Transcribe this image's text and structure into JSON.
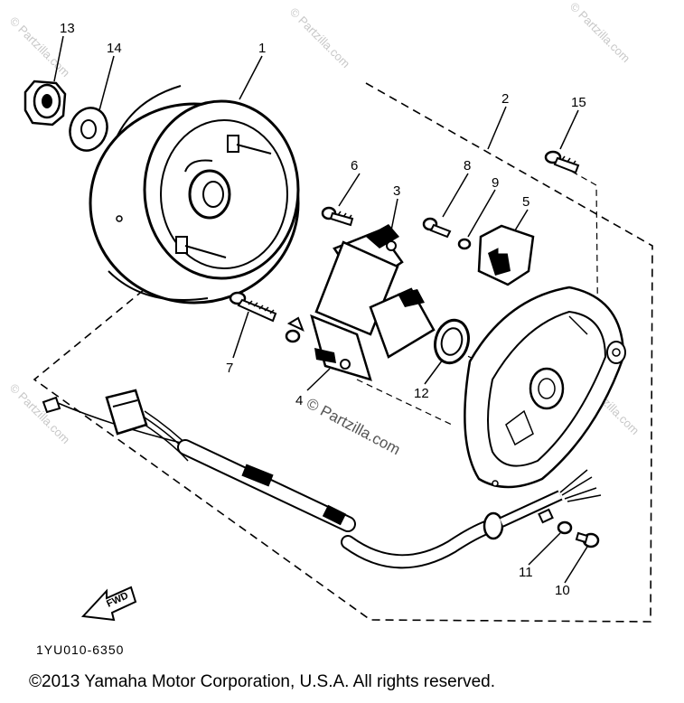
{
  "callouts": {
    "p1": "1",
    "p2": "2",
    "p3": "3",
    "p4": "4",
    "p5": "5",
    "p6": "6",
    "p7": "7",
    "p8": "8",
    "p9": "9",
    "p10": "10",
    "p11": "11",
    "p12": "12",
    "p13": "13",
    "p14": "14",
    "p15": "15"
  },
  "fwd_label": "FWD",
  "diagram_code": "1YU010-6350",
  "watermarks": {
    "center": "© Partzilla.com",
    "faint": "© Partzilla.com"
  },
  "copyright": "©2013  Yamaha Motor Corporation, U.S.A. All rights reserved."
}
